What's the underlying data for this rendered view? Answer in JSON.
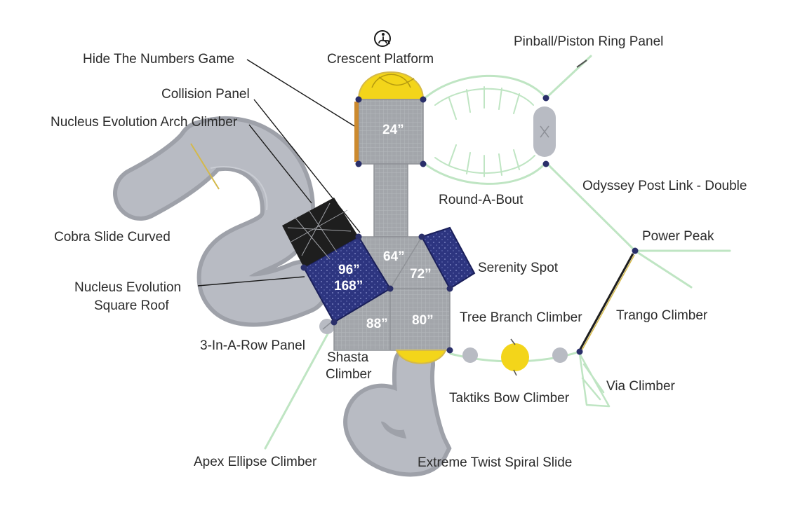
{
  "labels": {
    "hide_numbers": "Hide The Numbers Game",
    "collision": "Collision Panel",
    "arch_climber": "Nucleus Evolution Arch Climber",
    "cobra": "Cobra Slide Curved",
    "square_roof_1": "Nucleus Evolution",
    "square_roof_2": "Square Roof",
    "three_row": "3-In-A-Row Panel",
    "shasta_1": "Shasta",
    "shasta_2": "Climber",
    "apex": "Apex Ellipse Climber",
    "crescent": "Crescent Platform",
    "pinball": "Pinball/Piston Ring Panel",
    "roundabout": "Round-A-Bout",
    "odyssey": "Odyssey Post Link - Double",
    "power_peak": "Power Peak",
    "serenity": "Serenity Spot",
    "tree_branch": "Tree Branch Climber",
    "trango": "Trango Climber",
    "taktiks": "Taktiks Bow Climber",
    "via": "Via Climber",
    "spiral": "Extreme Twist Spiral Slide"
  },
  "decks": {
    "d24": "24”",
    "d64": "64”",
    "d72": "72”",
    "d96": "96”",
    "d168": "168”",
    "d88": "88”",
    "d80": "80”"
  },
  "icons": {
    "accessible": "wheelchair-accessible-icon"
  },
  "colors": {
    "deck": "#a3a6ab",
    "roof": "#2d3580",
    "slide": "#b3b6be",
    "climber": "#bfe5c3",
    "yellow": "#f3d51a",
    "post": "#2a2f6a"
  }
}
